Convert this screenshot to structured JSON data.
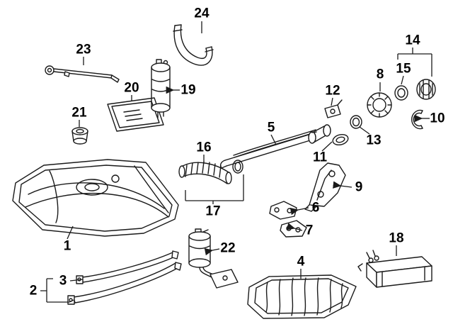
{
  "diagram": {
    "background_color": "#ffffff",
    "line_color": "#1a1a1a",
    "callouts": [
      {
        "label": "1"
      },
      {
        "label": "2"
      },
      {
        "label": "3"
      },
      {
        "label": "4"
      },
      {
        "label": "5"
      },
      {
        "label": "6"
      },
      {
        "label": "7"
      },
      {
        "label": "8"
      },
      {
        "label": "9"
      },
      {
        "label": "10"
      },
      {
        "label": "11"
      },
      {
        "label": "12"
      },
      {
        "label": "13"
      },
      {
        "label": "14"
      },
      {
        "label": "15"
      },
      {
        "label": "16"
      },
      {
        "label": "17"
      },
      {
        "label": "18"
      },
      {
        "label": "19"
      },
      {
        "label": "20"
      },
      {
        "label": "21"
      },
      {
        "label": "22"
      },
      {
        "label": "23"
      },
      {
        "label": "24"
      }
    ]
  }
}
